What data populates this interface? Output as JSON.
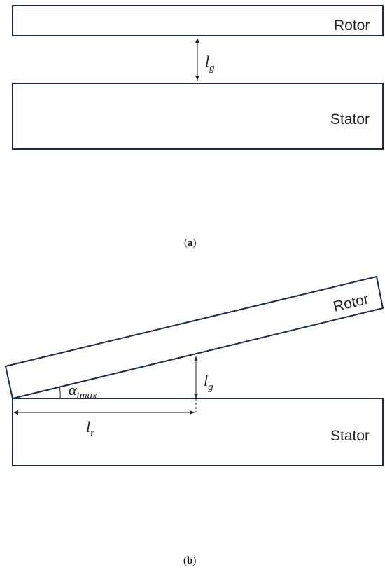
{
  "panel_a": {
    "rotor_label": "Rotor",
    "stator_label": "Stator",
    "gap_symbol": "l",
    "gap_subscript": "g",
    "caption_open": "(",
    "caption_letter": "a",
    "caption_close": ")"
  },
  "panel_b": {
    "rotor_label": "Rotor",
    "stator_label": "Stator",
    "gap_symbol": "l",
    "gap_subscript": "g",
    "angle_symbol": "α",
    "angle_subscript": "tmax",
    "length_symbol": "l",
    "length_subscript": "r",
    "caption_open": "(",
    "caption_letter": "b",
    "caption_close": ")"
  },
  "colors": {
    "outline": "#1d2b4a",
    "text": "#222222"
  }
}
